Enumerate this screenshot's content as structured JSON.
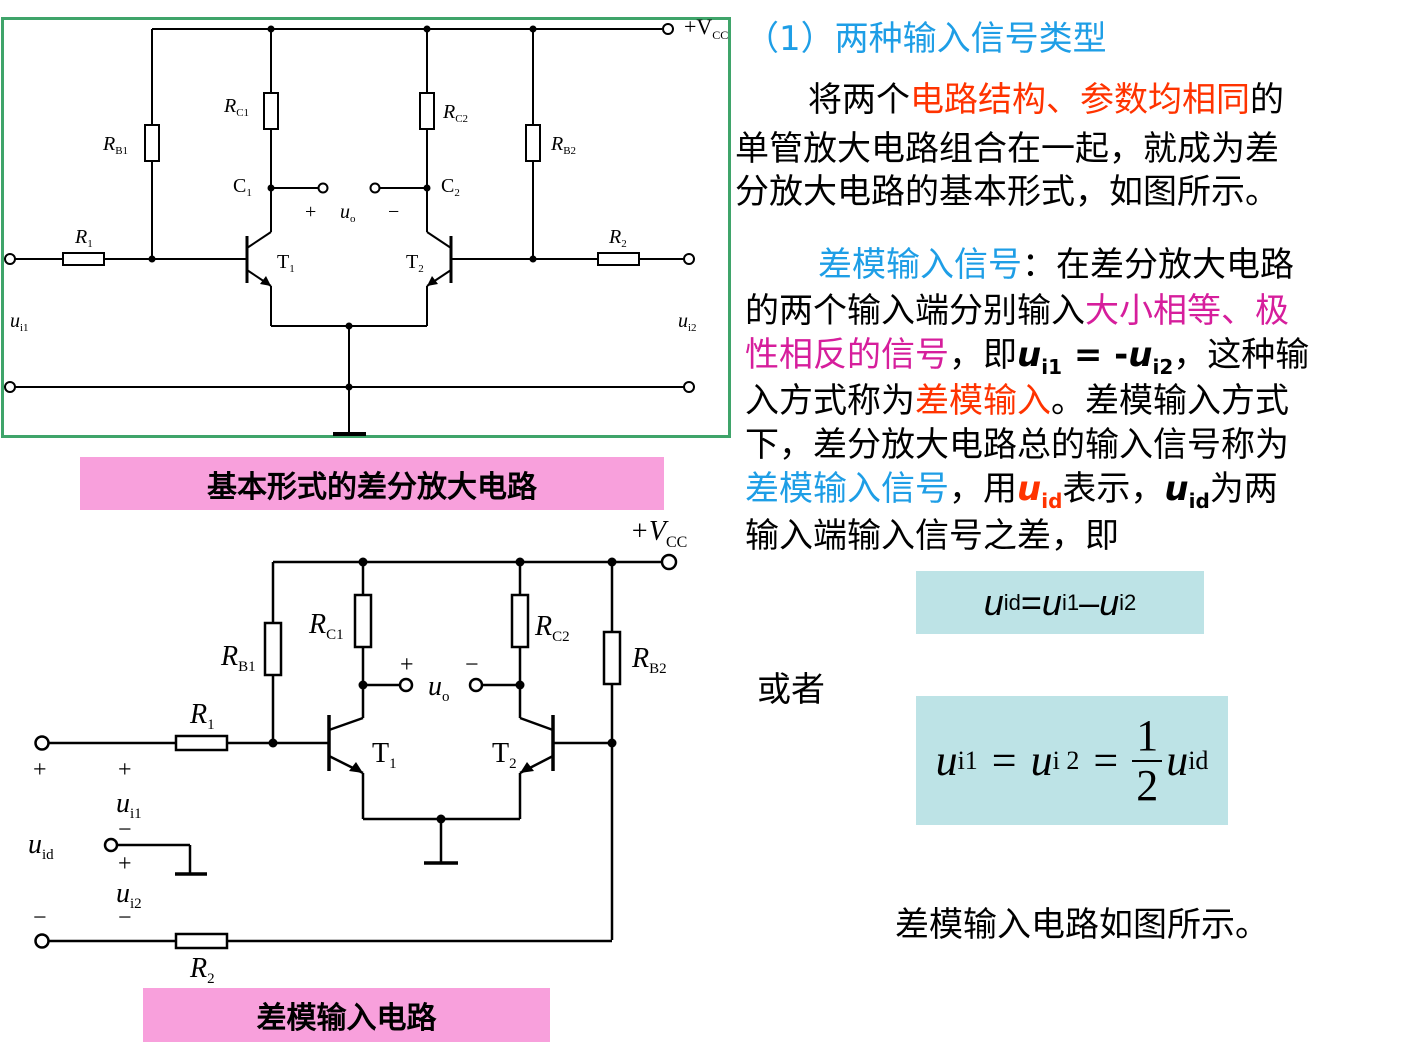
{
  "top_figure": {
    "caption": "基本形式的差分放大电路",
    "labels": {
      "vcc": "+V",
      "vcc_sub": "CC",
      "rb1": "R",
      "rb1_sub": "B1",
      "rc1": "R",
      "rc1_sub": "C1",
      "rc2": "R",
      "rc2_sub": "C2",
      "rb2": "R",
      "rb2_sub": "B2",
      "c1": "C",
      "c1_sub": "1",
      "c2": "C",
      "c2_sub": "2",
      "plus": "+",
      "minus": "−",
      "uo": "u",
      "uo_sub": "o",
      "r1": "R",
      "r1_sub": "1",
      "r2": "R",
      "r2_sub": "2",
      "t1": "T",
      "t1_sub": "1",
      "t2": "T",
      "t2_sub": "2",
      "ui1": "u",
      "ui1_sub": "i1",
      "ui2": "u",
      "ui2_sub": "i2"
    }
  },
  "bottom_figure": {
    "caption": "差模输入电路",
    "labels": {
      "vcc": "+V",
      "vcc_sub": "CC",
      "rb1": "R",
      "rb1_sub": "B1",
      "rc1": "R",
      "rc1_sub": "C1",
      "rc2": "R",
      "rc2_sub": "C2",
      "rb2": "R",
      "rb2_sub": "B2",
      "plus": "+",
      "minus": "−",
      "uo": "u",
      "uo_sub": "o",
      "r1": "R",
      "r1_sub": "1",
      "r2": "R",
      "r2_sub": "2",
      "t1": "T",
      "t1_sub": "1",
      "t2": "T",
      "t2_sub": "2",
      "ui1": "u",
      "ui1_sub": "i1",
      "ui2": "u",
      "ui2_sub": "i2",
      "uid": "u",
      "uid_sub": "id"
    }
  },
  "text": {
    "heading": "（1）两种输入信号类型",
    "p1_a": "将两个",
    "p1_red": "电路结构、参数均相同",
    "p1_b": "的",
    "p1_line2": "单管放大电路组合在一起，就成为差",
    "p1_line3": "分放大电路的基本形式，如图所示。",
    "p2_blue": "差模输入信号",
    "p2_a": "：在差分放大电路",
    "p2_line2_a": "的两个输入端分别输入",
    "p2_line2_mag": "大小相等、极",
    "p2_line3_mag": "性相反的信号",
    "p2_line3_a": "，即",
    "p2_line3_u1": "u",
    "p2_line3_u1_sub": "i1",
    "p2_line3_eq": " = -",
    "p2_line3_u2": "u",
    "p2_line3_u2_sub": "i2",
    "p2_line3_b": "，这种输",
    "p2_line4_a": "入方式称为",
    "p2_line4_red": "差模输入",
    "p2_line4_b": "。差模输入方式",
    "p2_line5": "下，差分放大电路总的输入信号称为",
    "p2_line6_blue": "差模输入信号",
    "p2_line6_a": "，用",
    "p2_line6_u": "u",
    "p2_line6_u_sub": "id",
    "p2_line6_b": "表示，",
    "p2_line6_u2": "u",
    "p2_line6_u2_sub": "id",
    "p2_line6_c": "为两",
    "p2_line7": "输入端输入信号之差，即",
    "or": "或者",
    "last": "差模输入电路如图所示。"
  },
  "formula1": {
    "u": "u",
    "id": "id",
    "eq": " = ",
    "u1": "u",
    "i1": " i1",
    "minus": " –",
    "u2": "u",
    "i2": " i2"
  },
  "formula2": {
    "u_a": "u",
    "sub_a": "i1",
    "eq1": "=",
    "u_b": "u",
    "sub_b": "i 2",
    "eq2": "=",
    "num": "1",
    "den": "2",
    "u_c": "u",
    "sub_c": "id"
  }
}
